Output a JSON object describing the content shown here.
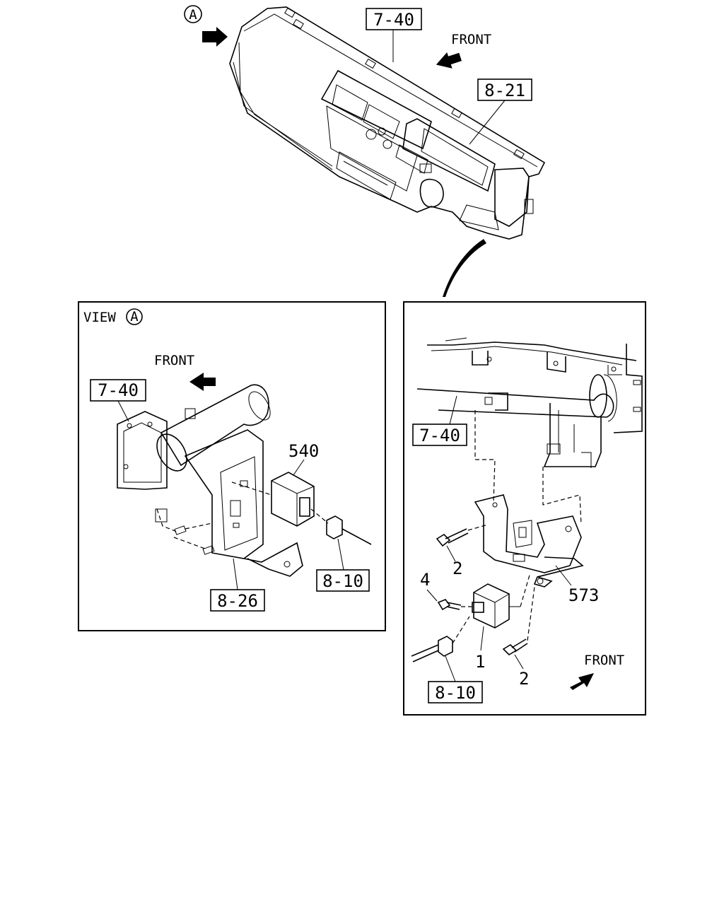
{
  "callouts": {
    "view_marker_letter": "A",
    "front_top": "FRONT",
    "ref_7_40_top": "7-40",
    "ref_8_21": "8-21"
  },
  "left_panel": {
    "view_label": "VIEW",
    "view_letter": "A",
    "front": "FRONT",
    "ref_7_40": "7-40",
    "part_540": "540",
    "ref_8_10": "8-10",
    "ref_8_26": "8-26"
  },
  "right_panel": {
    "ref_7_40": "7-40",
    "part_2_a": "2",
    "part_4": "4",
    "part_573": "573",
    "part_1": "1",
    "part_2_b": "2",
    "front": "FRONT",
    "ref_8_10": "8-10"
  }
}
